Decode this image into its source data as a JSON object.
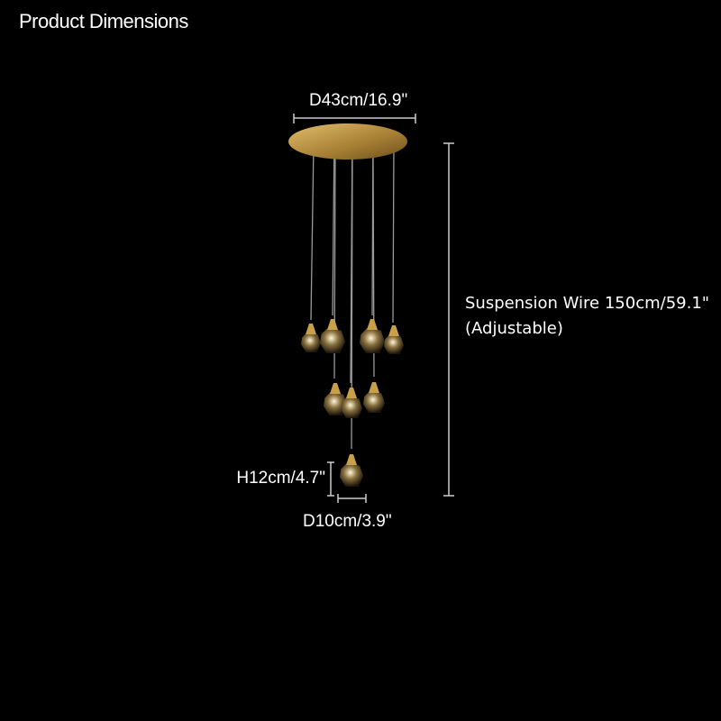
{
  "title": "Product Dimensions",
  "dimensions": {
    "canopy_diameter": "D43cm/16.9\"",
    "suspension_wire": "Suspension Wire 150cm/59.1\"",
    "suspension_note": "(Adjustable)",
    "pendant_height": "H12cm/4.7\"",
    "pendant_diameter": "D10cm/3.9\""
  },
  "colors": {
    "background": "#000000",
    "brass": "#c9a04a",
    "text": "#ffffff",
    "dimension_line": "#cccccc"
  }
}
